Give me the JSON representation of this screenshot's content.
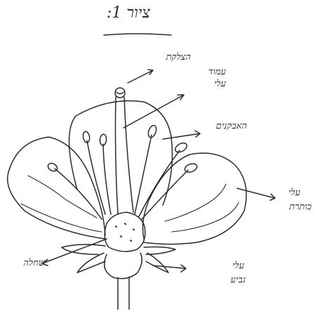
{
  "title": "ציור 1:",
  "labels": {
    "stigma": "הצלקת",
    "style_line1": "עמוד",
    "style_line2": "עלי",
    "anthers": "האבקנים",
    "petal_line1": "עלי",
    "petal_line2": "כותרת",
    "ovary": "שחלה",
    "sepal_line1": "עלי",
    "sepal_line2": "גביע"
  }
}
